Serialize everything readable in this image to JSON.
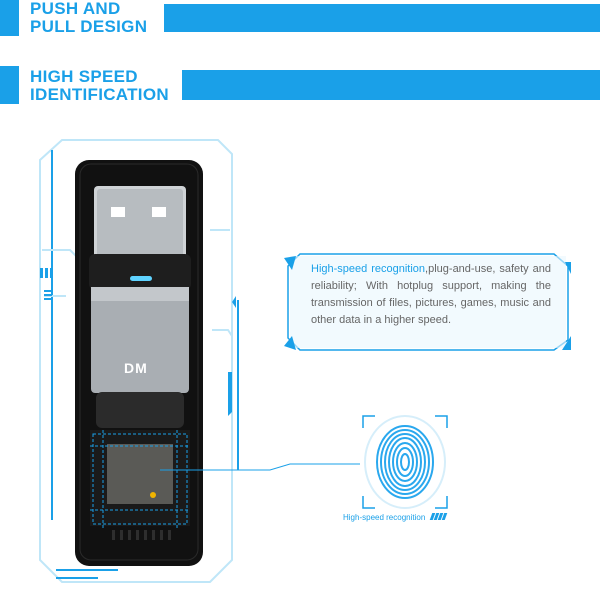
{
  "header_push": {
    "line1": "PUSH AND",
    "line2": "PULL DESIGN"
  },
  "header_speed": {
    "line1": "HIGH SPEED",
    "line2": "IDENTIFICATION"
  },
  "device": {
    "brand": "DM"
  },
  "callout": {
    "highlight": "High-speed recognition",
    "body": ",plug-and-use, safety and reliability; With hotplug support, making the transmission of files, pictures, games, music and other data in a higher speed."
  },
  "fingerprint": {
    "label": "High-speed recognition"
  },
  "colors": {
    "accent": "#1aa0e8",
    "frame_light": "#bfe6f8",
    "device_body": "#111111",
    "metal": "#a9aeb3"
  }
}
